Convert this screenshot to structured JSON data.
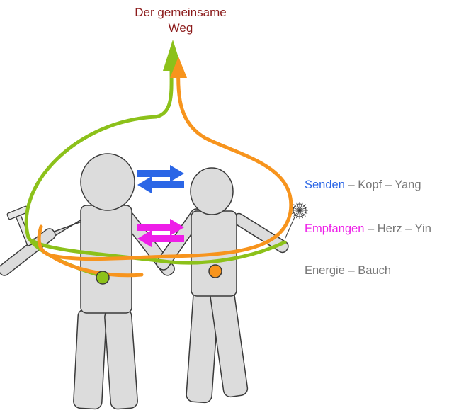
{
  "title": {
    "line1": "Der gemeinsame",
    "line2": "Weg"
  },
  "legend": [
    {
      "key": "Senden",
      "rest": " – Kopf – Yang",
      "color": "#2b66e6"
    },
    {
      "key": "Empfangen",
      "rest": " – Herz – Yin",
      "color": "#ee1ee8"
    },
    {
      "key": "",
      "rest": "Energie – Bauch",
      "color": "#777777"
    }
  ],
  "colors": {
    "path_left": "#8cc11a",
    "path_right": "#f7941d",
    "figure_fill": "#dcdcdc",
    "figure_stroke": "#3a3a3a",
    "arrow_send": "#2b66e6",
    "arrow_receive": "#ee1ee8",
    "title": "#8b1a1a"
  },
  "icons": [
    "hammer-icon",
    "dandelion-icon"
  ]
}
